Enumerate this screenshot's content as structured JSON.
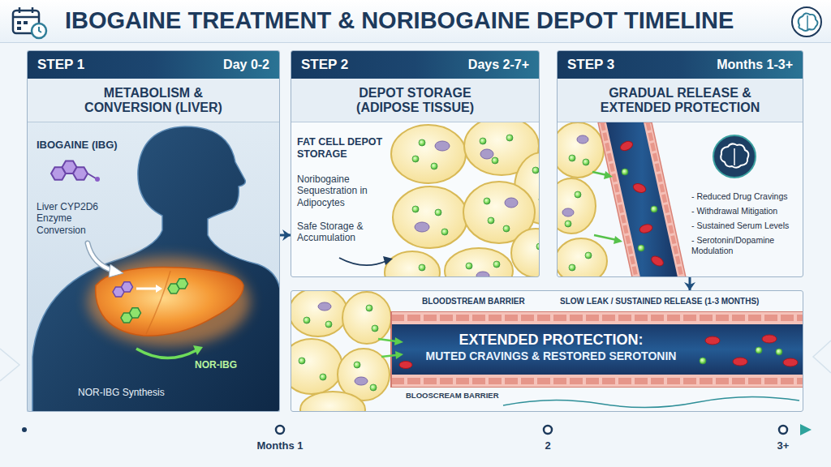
{
  "diagram": {
    "title": "IBOGAINE TREATMENT & NORIBOGAINE DEPOT TIMELINE",
    "nodes": [
      {
        "text": [
          "METABOLISM & CONVERSION (LIVER)"
        ]
      },
      {
        "text": [
          "STEP 1",
          "Day 0-2"
        ],
        "in": 0
      },
      {
        "text": [
          "DEPOT STORAGE (ADIPOSE TISSUE)"
        ]
      },
      {
        "text": [
          "STEP 2",
          "Days 2-7+"
        ],
        "in": 2
      },
      {
        "text": [
          "GRADUAL RELEASE & EXTENDED PROTECTION"
        ]
      },
      {
        "text": [
          "STEP 3",
          "Months 1-3+"
        ],
        "in": 4
      },
      {
        "text": [
          "EXTENDED PROTECTION:",
          "MUTED CRAVINGS & RESTORED SEROTONIN"
        ]
      }
    ],
    "edges": [
      {
        "from": 0,
        "to": 2,
        "arrow": "to"
      },
      {
        "from": 4,
        "to": 6,
        "arrow": "to"
      }
    ],
    "labels": [
      "IBOGAINE (IBG)",
      "Liver CYP2D6 Enzyme Conversion",
      "NOR-IBG",
      "NOR-IBG Synthesis",
      "FAT CELL DEPOT STORAGE",
      "Noribogaine Sequestration in Adipocytes",
      "Safe Storage & Accumulation",
      "- Reduced Drug Cravings",
      "- Withdrawal Mitigation",
      "- Sustained Serum Levels",
      "- Serotonin/Dopamine Modulation",
      "BLOODSTREAM BARRIER",
      "SLOW LEAK / SUSTAINED RELEASE (1-3 MONTHS)",
      "BLOOSCREAM BARRIER",
      "Months 1",
      "2",
      "3+"
    ]
  }
}
